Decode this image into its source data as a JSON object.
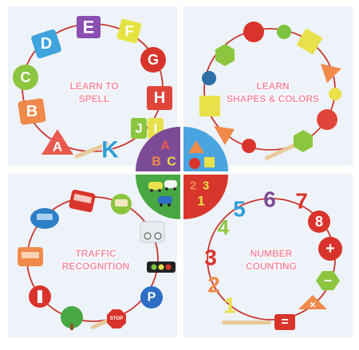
{
  "panels": {
    "spell": {
      "line1": "LEARN TO",
      "line2": "SPELL"
    },
    "shapes": {
      "line1": "LEARN",
      "line2": "SHAPES & COLORS"
    },
    "traffic": {
      "line1": "TRAFFIC",
      "line2": "RECOGNITION"
    },
    "numbers": {
      "line1": "NUMBER",
      "line2": "COUNTING"
    }
  },
  "letters": [
    "A",
    "B",
    "C",
    "D",
    "E",
    "F",
    "G",
    "H",
    "I",
    "J",
    "K"
  ],
  "center": {
    "abc": [
      "A",
      "B",
      "C"
    ],
    "digits": [
      "2",
      "3",
      "1"
    ]
  },
  "numbers": [
    "1",
    "2",
    "3",
    "4",
    "5",
    "6",
    "7",
    "8"
  ],
  "operators": {
    "plus": "+",
    "minus": "−",
    "times": "×",
    "equals": "="
  },
  "traffic_signs": {
    "parking": "P",
    "stop": "STOP",
    "no_entry": "—"
  },
  "colors": {
    "panel_bg": "#eef3f9",
    "string": "#c9362f",
    "label": "#f28fa6",
    "quad_purple": "#7c4b96",
    "quad_blue": "#4aa4e0",
    "quad_green": "#47a843",
    "quad_red": "#d8362c"
  }
}
